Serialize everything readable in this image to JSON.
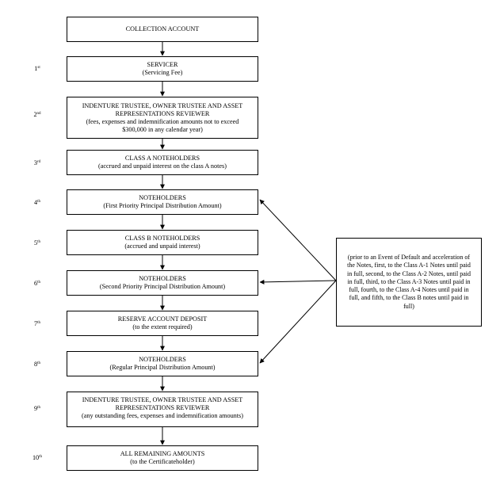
{
  "collection": {
    "title": "COLLECTION ACCOUNT"
  },
  "steps": [
    {
      "num": "1",
      "suffix": "st",
      "title": "SERVICER",
      "sub": "(Servicing Fee)"
    },
    {
      "num": "2",
      "suffix": "nd",
      "title": "INDENTURE TRUSTEE, OWNER TRUSTEE AND ASSET REPRESENTATIONS REVIEWER",
      "sub": "(fees, expenses and indemnification amounts not to exceed $300,000 in any calendar year)"
    },
    {
      "num": "3",
      "suffix": "rd",
      "title": "CLASS A NOTEHOLDERS",
      "sub": "(accrued and unpaid interest on the class A notes)"
    },
    {
      "num": "4",
      "suffix": "th",
      "title": "NOTEHOLDERS",
      "sub": "(First Priority Principal Distribution Amount)"
    },
    {
      "num": "5",
      "suffix": "th",
      "title": "CLASS B NOTEHOLDERS",
      "sub": "(accrued and unpaid interest)"
    },
    {
      "num": "6",
      "suffix": "th",
      "title": "NOTEHOLDERS",
      "sub": "(Second Priority Principal Distribution Amount)"
    },
    {
      "num": "7",
      "suffix": "th",
      "title": "RESERVE ACCOUNT DEPOSIT",
      "sub": "(to the extent required)"
    },
    {
      "num": "8",
      "suffix": "th",
      "title": "NOTEHOLDERS",
      "sub": "(Regular Principal Distribution Amount)"
    },
    {
      "num": "9",
      "suffix": "th",
      "title": "INDENTURE TRUSTEE, OWNER TRUSTEE AND ASSET REPRESENTATIONS REVIEWER",
      "sub": "(any outstanding fees, expenses and indemnification amounts)"
    },
    {
      "num": "10",
      "suffix": "th",
      "title": "ALL REMAINING AMOUNTS",
      "sub": "(to the Certificateholder)"
    }
  ],
  "side_note": {
    "text": "(prior to an Event of Default and acceleration of the Notes, first, to the Class A-1 Notes until paid in full, second, to the Class A-2 Notes, until paid in full, third, to the Class A-3 Notes until paid in full, fourth, to the Class A-4 Notes until paid in full, and fifth, to the Class B notes until paid in full)"
  }
}
